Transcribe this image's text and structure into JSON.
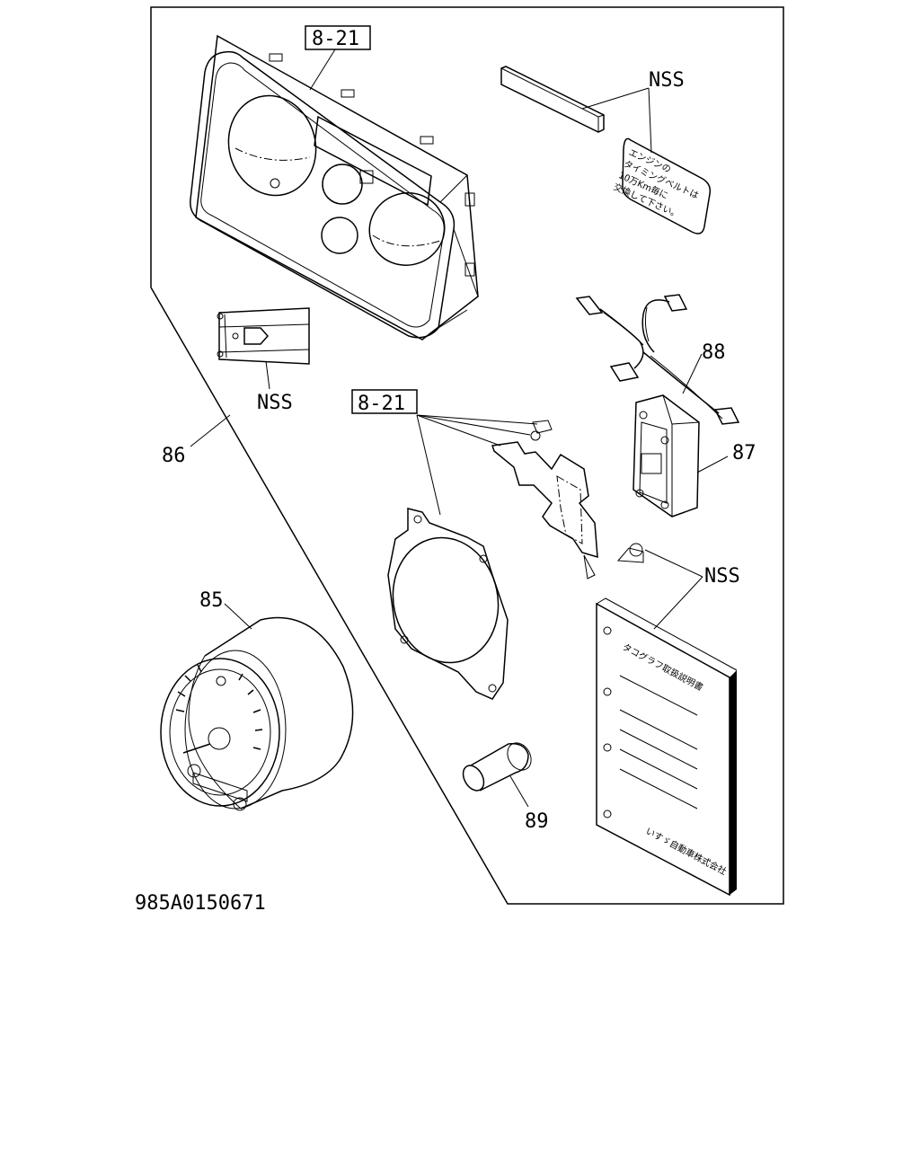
{
  "drawing_id": "985A0150671",
  "callouts": {
    "ref_top": "8-21",
    "ref_mid": "8-21",
    "nss_strip": "NSS",
    "nss_clip": "NSS",
    "nss_book": "NSS",
    "part_85": "85",
    "part_86": "86",
    "part_87": "87",
    "part_88": "88",
    "part_89": "89"
  },
  "decal_text": [
    "エンジンの",
    "タイミングベルトは",
    "10万Km毎に",
    "交換して下さい。"
  ],
  "manual": {
    "title": "タコグラフ取扱説明書",
    "footer": "いすゞ自動車株式会社"
  }
}
